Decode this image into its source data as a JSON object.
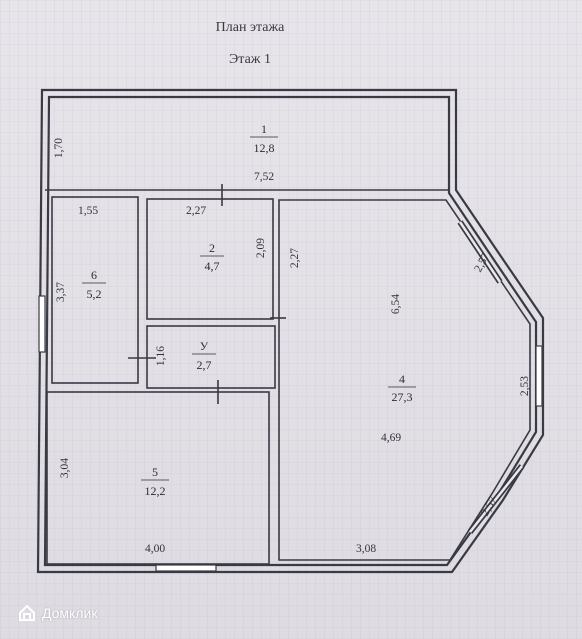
{
  "document": {
    "title": "План этажа",
    "subtitle": "Этаж 1"
  },
  "rooms": [
    {
      "number": "1",
      "area": "12,8"
    },
    {
      "number": "2",
      "area": "4,7"
    },
    {
      "number": "У",
      "area": "2,7"
    },
    {
      "number": "4",
      "area": "27,3"
    },
    {
      "number": "5",
      "area": "12,2"
    },
    {
      "number": "6",
      "area": "5,2"
    }
  ],
  "dimensions": {
    "d170": "1,70",
    "d752": "7,52",
    "d155": "1,55",
    "d227a": "2,27",
    "d209": "2,09",
    "d227b": "2,27",
    "d257a": "2,57",
    "d654": "6,54",
    "d337": "3,37",
    "d116": "1,16",
    "d253": "2,53",
    "d469": "4,69",
    "d304": "3,04",
    "d257b": "2,57",
    "d400": "4,00",
    "d308": "3,08"
  },
  "watermark": {
    "brand": "Домклик",
    "icon": "domclick-logo-icon"
  }
}
